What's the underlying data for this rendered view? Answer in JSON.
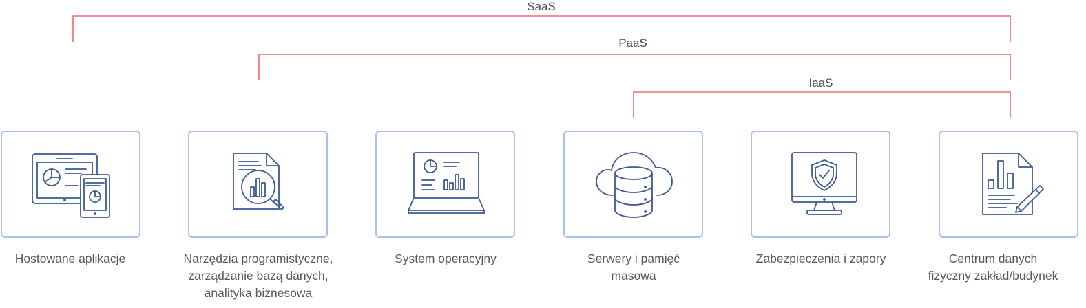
{
  "brackets": {
    "saas": "SaaS",
    "paas": "PaaS",
    "iaas": "IaaS"
  },
  "colors": {
    "bracket": "#ef6b6b",
    "card_border": "#a9c0ee",
    "icon": "#3a5a93"
  },
  "cards": [
    {
      "icon": "tablet-dashboard-icon",
      "caption": [
        "Hostowane aplikacje"
      ]
    },
    {
      "icon": "document-analytics-icon",
      "caption": [
        "Narzędzia programistyczne,",
        "zarządzanie bazą danych,",
        "analityka biznesowa"
      ]
    },
    {
      "icon": "laptop-chart-icon",
      "caption": [
        "System operacyjny"
      ]
    },
    {
      "icon": "cloud-database-icon",
      "caption": [
        "Serwery i pamięć",
        "masowa"
      ]
    },
    {
      "icon": "monitor-shield-icon",
      "caption": [
        "Zabezpieczenia i zapory"
      ]
    },
    {
      "icon": "document-sign-icon",
      "caption": [
        "Centrum danych",
        "fizyczny zakład/budynek"
      ]
    }
  ]
}
